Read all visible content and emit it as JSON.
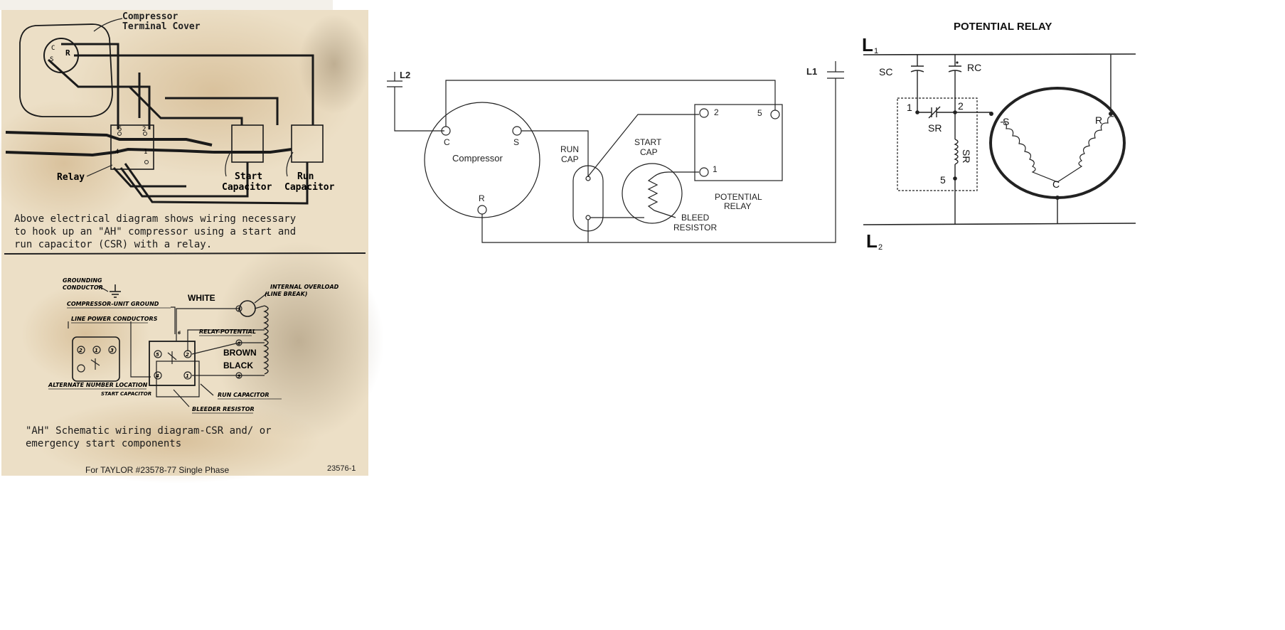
{
  "panel_left": {
    "top": {
      "terminal_cover_label": [
        "Compressor",
        "Terminal Cover"
      ],
      "relay_label": "Relay",
      "start_cap_label": [
        "Start",
        "Capacitor"
      ],
      "run_cap_label": [
        "Run",
        "Capacitor"
      ],
      "terminal_letters": [
        "C",
        "R",
        "S"
      ],
      "relay_terminals": [
        "5",
        "2",
        "4",
        "1"
      ],
      "caption": [
        "Above electrical diagram shows wiring necessary",
        "to hook up an \"AH\" compressor using a start and",
        "run capacitor (CSR) with a relay."
      ]
    },
    "bottom": {
      "grounding_conductor": [
        "GROUNDING",
        "CONDUCTOR"
      ],
      "compressor_unit_ground": "COMPRESSOR-UNIT GROUND",
      "line_power_conductors": "LINE POWER CONDUCTORS",
      "internal_overload": [
        "INTERNAL OVERLOAD",
        "(LINE BREAK)"
      ],
      "white": "WHITE",
      "relay_potential": "RELAY-POTENTIAL",
      "brown": "BROWN",
      "black": "BLACK",
      "alternate_number_location": "ALTERNATE NUMBER LOCATION",
      "start_capacitor": "START CAPACITOR",
      "run_capacitor": "RUN CAPACITOR",
      "bleeder_resistor": "BLEEDER RESISTOR",
      "alt_terminals": [
        "2",
        "1",
        "3"
      ],
      "relay_terminals": [
        "5",
        "4",
        "2",
        "1"
      ],
      "overload_terminals": [
        "7",
        "8",
        "9",
        "6"
      ],
      "caption": [
        "\"AH\" Schematic wiring diagram-CSR and/ or",
        "emergency start components"
      ],
      "footer": "For TAYLOR #23578-77 Single Phase",
      "code": "23576-1"
    }
  },
  "panel_middle": {
    "l2": "L2",
    "l1": "L1",
    "compressor": "Compressor",
    "terminal_c": "C",
    "terminal_s": "S",
    "terminal_r": "R",
    "run_cap": [
      "RUN",
      "CAP"
    ],
    "start_cap": [
      "START",
      "CAP"
    ],
    "bleed_resistor": [
      "BLEED",
      "RESISTOR"
    ],
    "potential_relay": [
      "POTENTIAL",
      "RELAY"
    ],
    "relay_terminals": [
      "2",
      "5",
      "1"
    ]
  },
  "panel_right": {
    "title": "POTENTIAL RELAY",
    "l1": "L",
    "l1_sub": "1",
    "l2": "L",
    "l2_sub": "2",
    "sc": "SC",
    "rc": "RC",
    "node1": "1",
    "node2": "2",
    "node5": "5",
    "sr_contact": "SR",
    "sr_coil": "SR",
    "s": "S",
    "r": "R",
    "c": "C"
  }
}
